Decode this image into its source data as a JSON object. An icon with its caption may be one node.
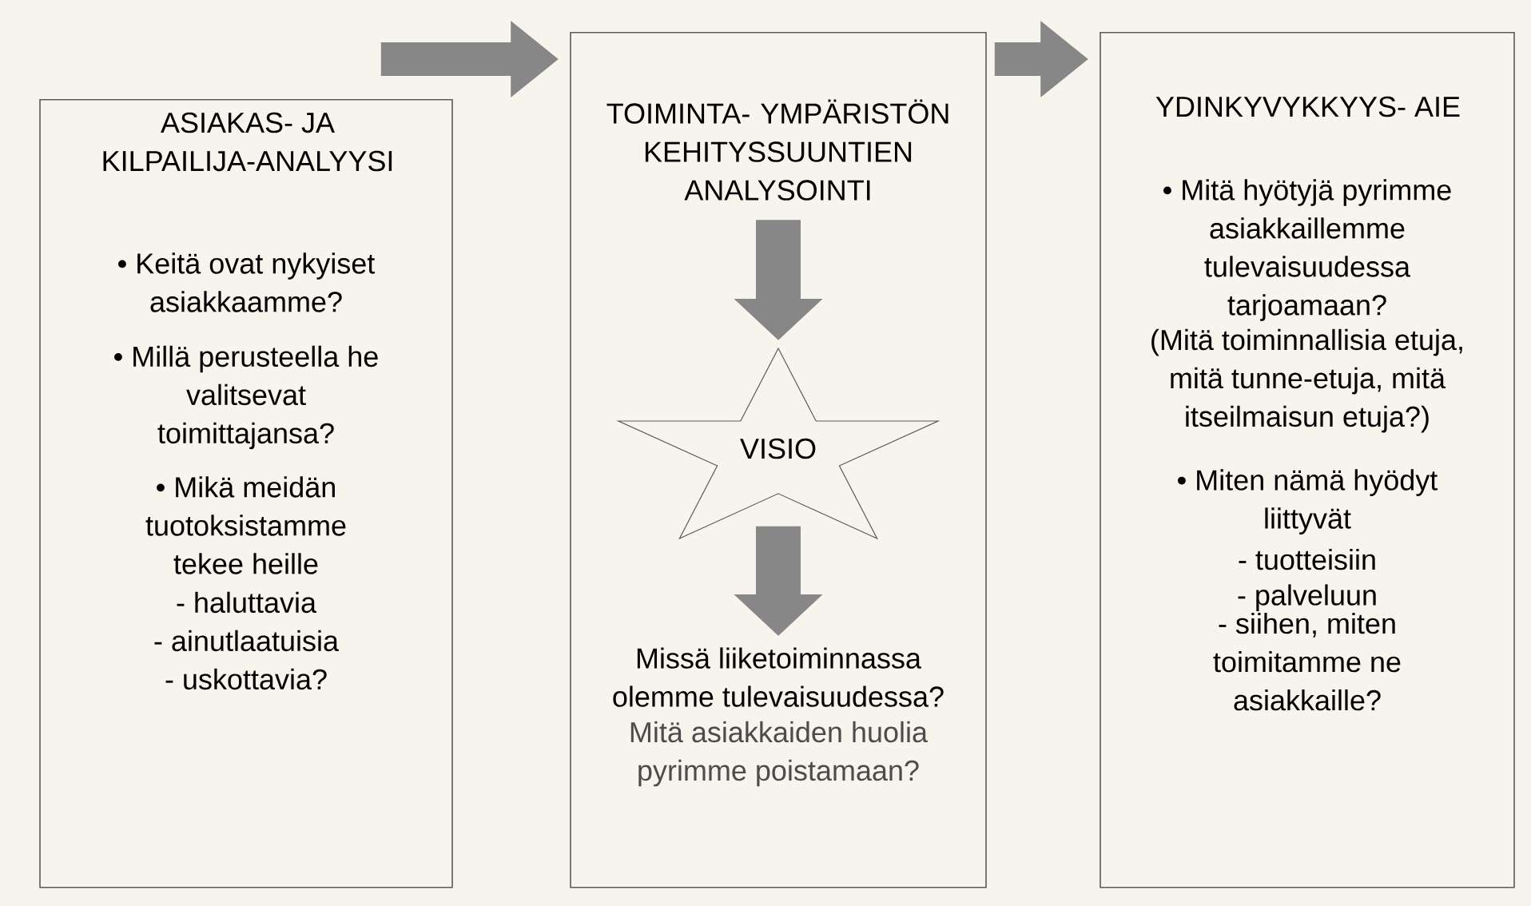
{
  "diagram": {
    "nodes": [
      {
        "text": [
          "ASIAKAS- JA KILPAILIJA-ANALYYSI",
          "• Keitä ovat nykyiset asiakkaamme?",
          "• Millä perusteella he valitsevat toimittajansa?",
          "• Mikä meidän tuotoksistamme tekee heille",
          "- haluttavia",
          "- ainutlaatuisia",
          "- uskottavia?"
        ]
      },
      {
        "text": [],
        "shape": "box"
      },
      {
        "text": [
          "TOIMINTA- YMPÄRISTÖN KEHITYSSUUNTIEN ANALYSOINTI"
        ],
        "in": 1
      },
      {
        "text": [
          "VISIO"
        ],
        "in": 1
      },
      {
        "text": [
          "Missä liiketoiminnassa olemme tulevaisuudessa?",
          "Mitä asiakkaiden huolia pyrimme poistamaan?"
        ],
        "in": 1
      },
      {
        "text": [
          "YDINKYVYKKYYS- AIE",
          "• Mitä hyötyjä pyrimme asiakkaillemme tulevaisuudessa tarjoamaan?",
          "(Mitä toiminnallisia etuja, mitä tunne-etuja, mitä itseilmaisun etuja?)",
          "• Miten nämä hyödyt liittyvät",
          "- tuotteisiin",
          "- palveluun",
          "- siihen, miten toimitamme ne asiakkaille?"
        ]
      }
    ],
    "edges": [
      {
        "from": 0,
        "to": 1,
        "arrow": "to"
      },
      {
        "from": 1,
        "to": 5,
        "arrow": "to"
      },
      {
        "from": 2,
        "to": 3,
        "arrow": "to"
      },
      {
        "from": 3,
        "to": 4,
        "arrow": "to"
      }
    ]
  }
}
